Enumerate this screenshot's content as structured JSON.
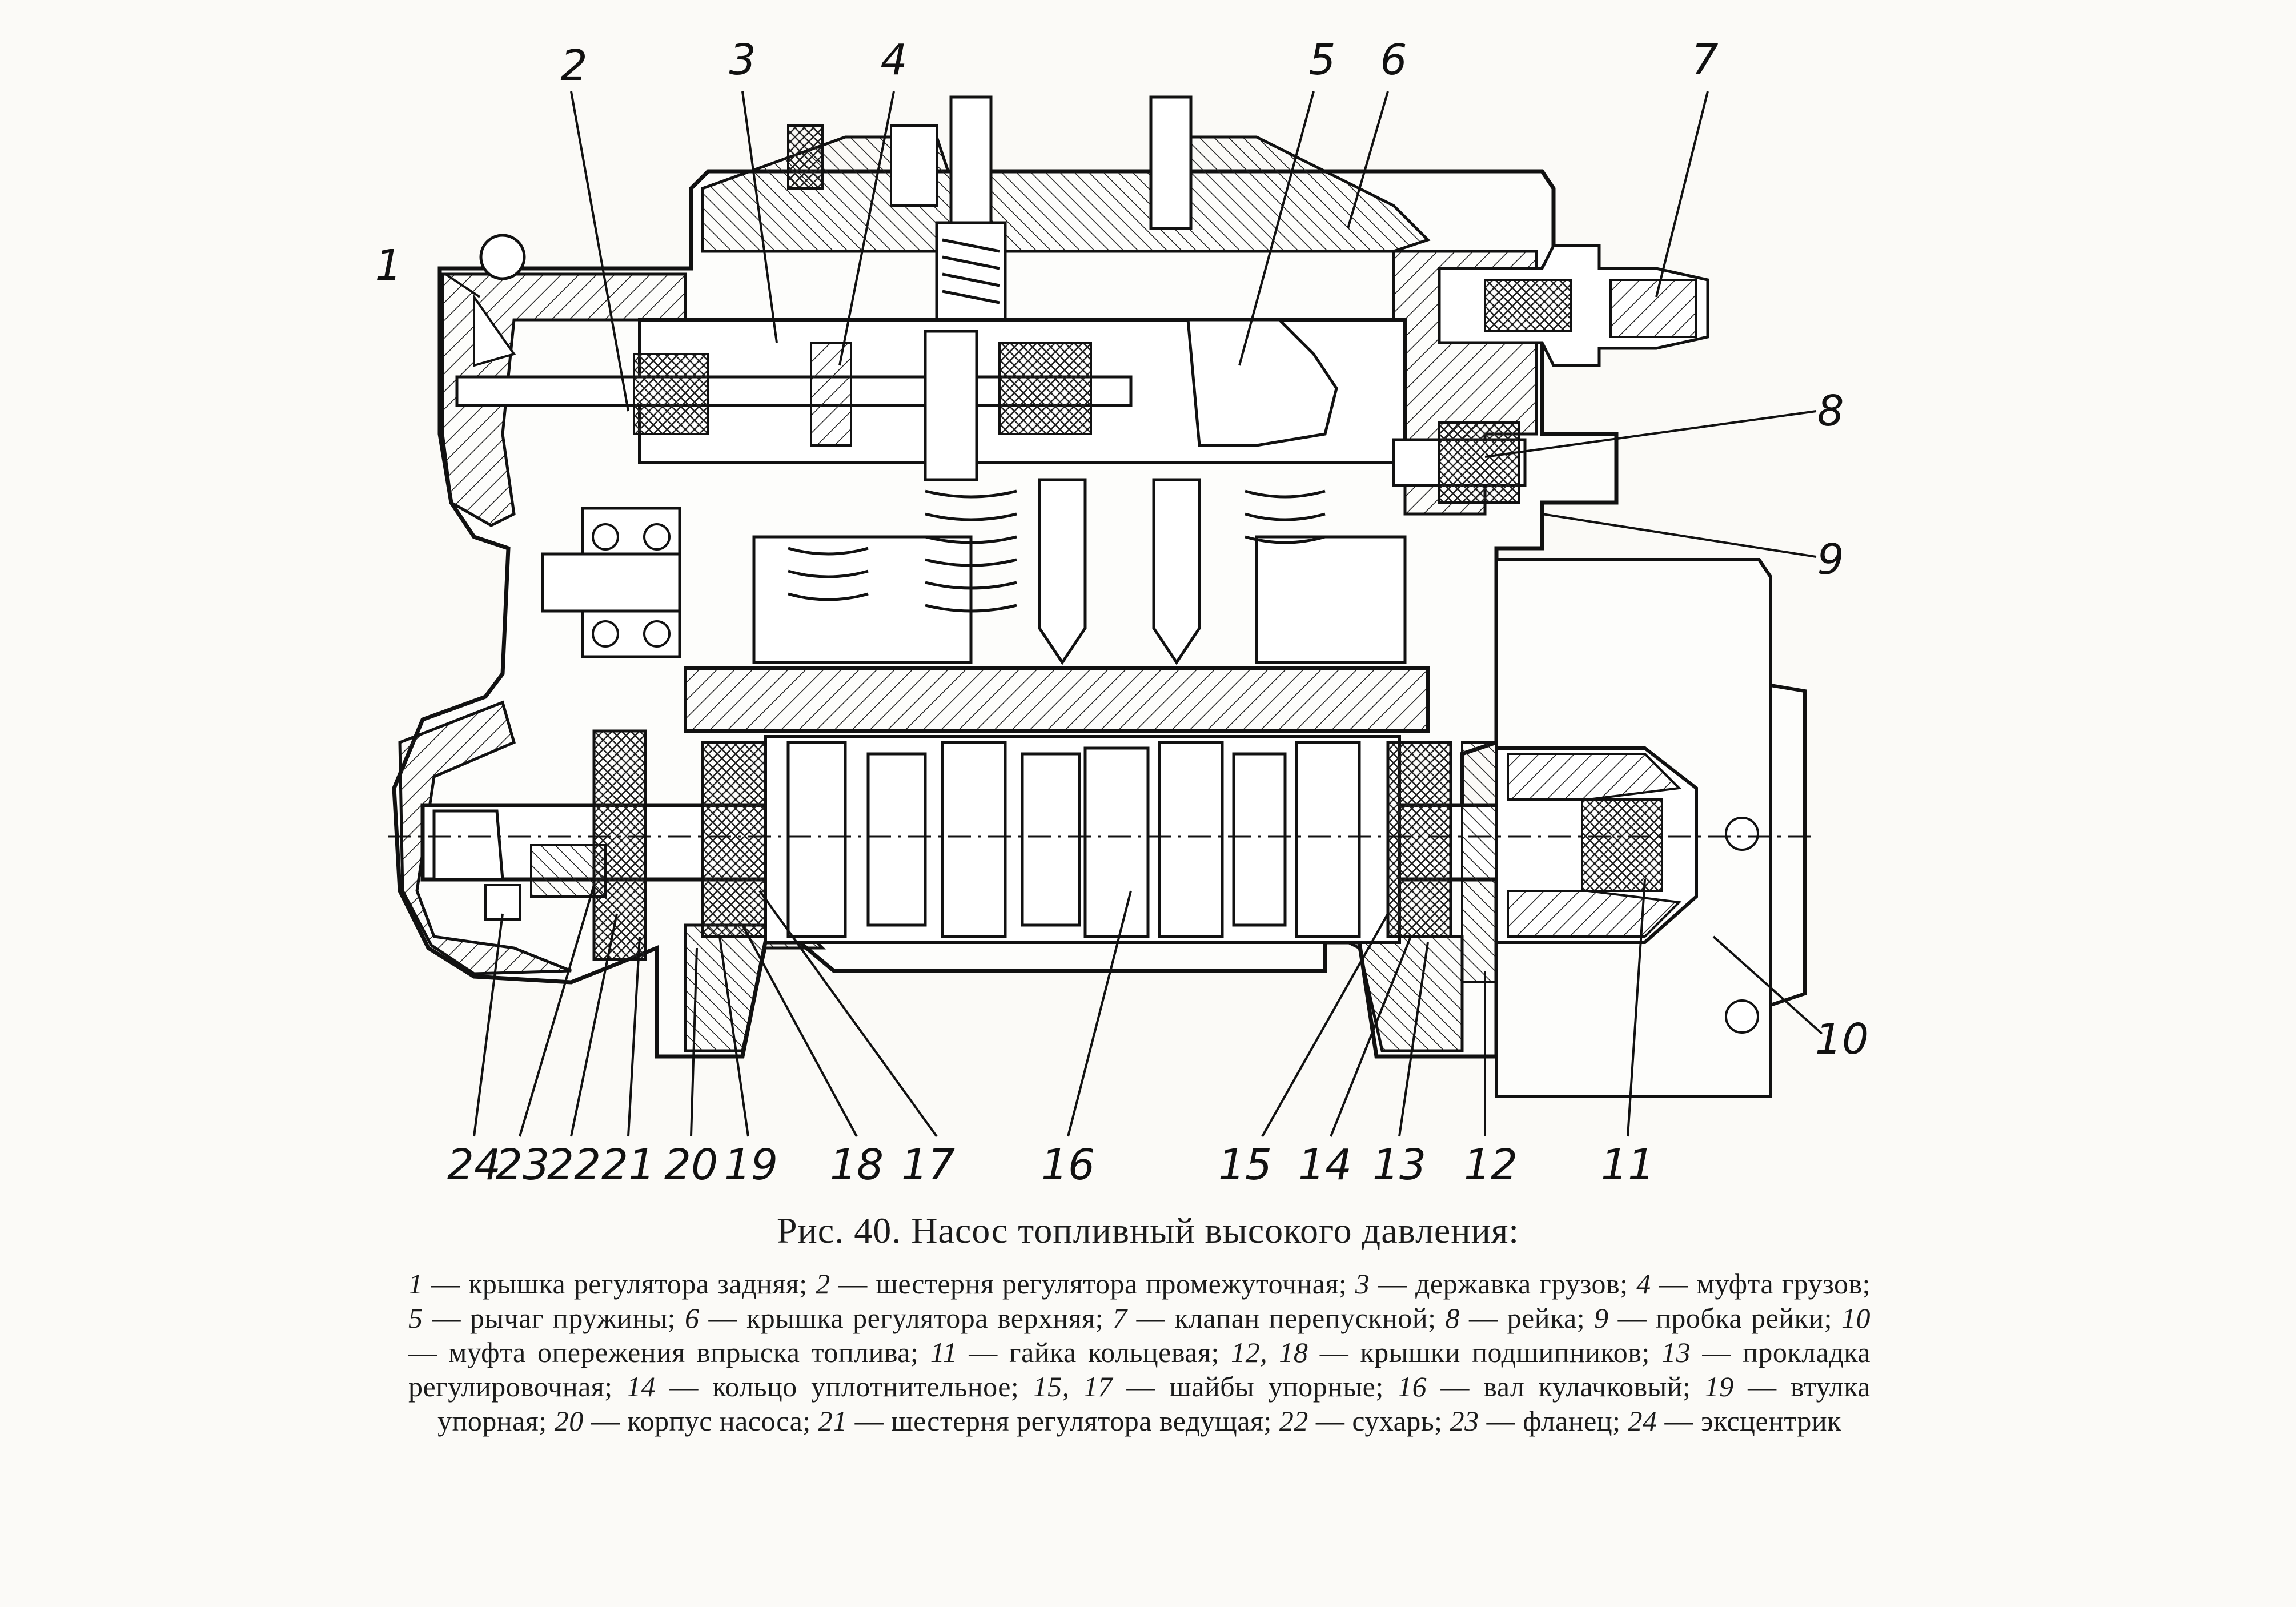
{
  "figure": {
    "caption": "Рис. 40. Насос топливный высокого давления:",
    "callouts": [
      "1",
      "2",
      "3",
      "4",
      "5",
      "6",
      "7",
      "8",
      "9",
      "10",
      "11",
      "12",
      "13",
      "14",
      "15",
      "16",
      "17",
      "18",
      "19",
      "20",
      "21",
      "22",
      "23",
      "24"
    ],
    "legend": [
      {
        "num": "1",
        "text": "крышка регулятора задняя"
      },
      {
        "num": "2",
        "text": "шестерня регулятора промежуточная"
      },
      {
        "num": "3",
        "text": "державка грузов"
      },
      {
        "num": "4",
        "text": "муфта грузов"
      },
      {
        "num": "5",
        "text": "рычаг пружины"
      },
      {
        "num": "6",
        "text": "крышка регулятора верхняя"
      },
      {
        "num": "7",
        "text": "клапан перепускной"
      },
      {
        "num": "8",
        "text": "рейка"
      },
      {
        "num": "9",
        "text": "пробка рейки"
      },
      {
        "num": "10",
        "text": "муфта опережения впрыска топлива"
      },
      {
        "num": "11",
        "text": "гайка кольцевая"
      },
      {
        "num": "12, 18",
        "text": "крышки подшипников"
      },
      {
        "num": "13",
        "text": "прокладка регулировочная"
      },
      {
        "num": "14",
        "text": "кольцо уплотнительное"
      },
      {
        "num": "15, 17",
        "text": "шайбы упорные"
      },
      {
        "num": "16",
        "text": "вал кулачковый"
      },
      {
        "num": "19",
        "text": "втулка упорная"
      },
      {
        "num": "20",
        "text": "корпус насоса"
      },
      {
        "num": "21",
        "text": "шестерня регулятора ведущая"
      },
      {
        "num": "22",
        "text": "сухарь"
      },
      {
        "num": "23",
        "text": "фланец"
      },
      {
        "num": "24",
        "text": "эксцентрик"
      }
    ]
  }
}
